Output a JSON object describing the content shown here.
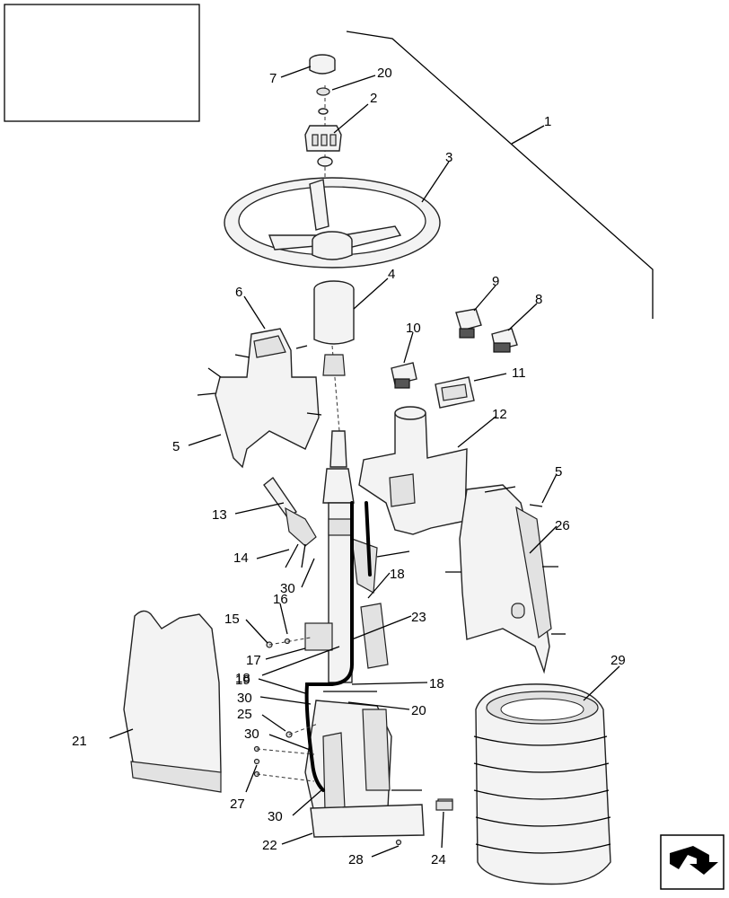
{
  "diagram": {
    "callouts": {
      "c1": "1",
      "c2": "2",
      "c3": "3",
      "c4": "4",
      "c5a": "5",
      "c5b": "5",
      "c6": "6",
      "c7": "7",
      "c8": "8",
      "c9": "9",
      "c10": "10",
      "c11": "11",
      "c12": "12",
      "c13": "13",
      "c14": "14",
      "c15": "15",
      "c16": "16",
      "c17": "17",
      "c18a": "18",
      "c18b": "18",
      "c18c": "18",
      "c19": "19",
      "c20a": "20",
      "c20b": "20",
      "c21": "21",
      "c22": "22",
      "c23": "23",
      "c24": "24",
      "c25": "25",
      "c26": "26",
      "c27": "27",
      "c28": "28",
      "c29": "29",
      "c30a": "30",
      "c30b": "30",
      "c30c": "30",
      "c30d": "30"
    },
    "icons": {
      "blank_box": "empty-frame-icon",
      "nav": "return-arrow-icon"
    }
  }
}
